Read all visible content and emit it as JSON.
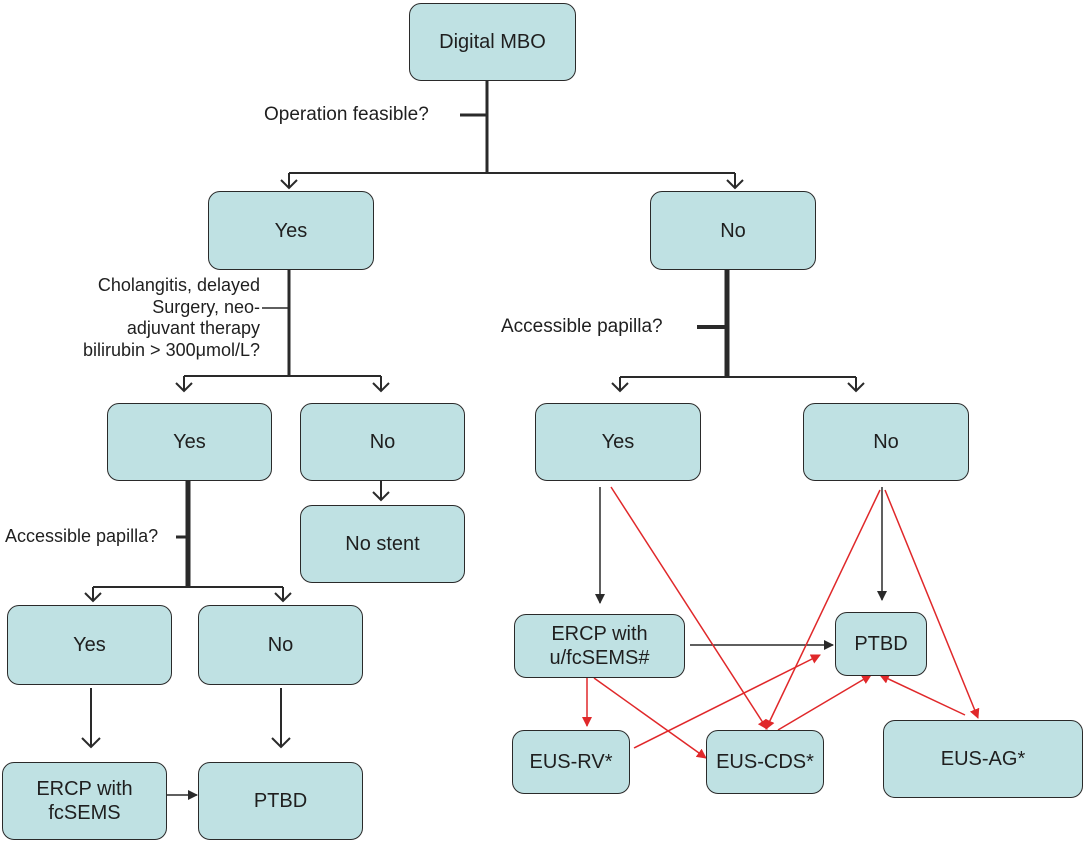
{
  "nodes": {
    "root": "Digital MBO",
    "op_yes": "Yes",
    "op_no": "No",
    "ind_yes": "Yes",
    "ind_no": "No",
    "no_stent": "No stent",
    "lp_yes": "Yes",
    "lp_no": "No",
    "ercp_fcsems": "ERCP with fcSEMS",
    "ptbd_left": "PTBD",
    "rp_yes": "Yes",
    "rp_no": "No",
    "ercp_ufcsems": "ERCP with u/fcSEMS#",
    "ptbd_right": "PTBD",
    "eus_rv": "EUS-RV*",
    "eus_cds": "EUS-CDS*",
    "eus_ag": "EUS-AG*"
  },
  "questions": {
    "operation": "Operation feasible?",
    "indication_lines": [
      "Cholangitis, delayed",
      "Surgery, neo-",
      "adjuvant therapy",
      "bilirubin > 300μmol/L?"
    ],
    "papilla_left": "Accessible papilla?",
    "papilla_right": "Accessible papilla?"
  },
  "colors": {
    "node_fill": "#bfe1e3",
    "line": "#2a2a2a",
    "alt_arrow": "#e0282a"
  }
}
